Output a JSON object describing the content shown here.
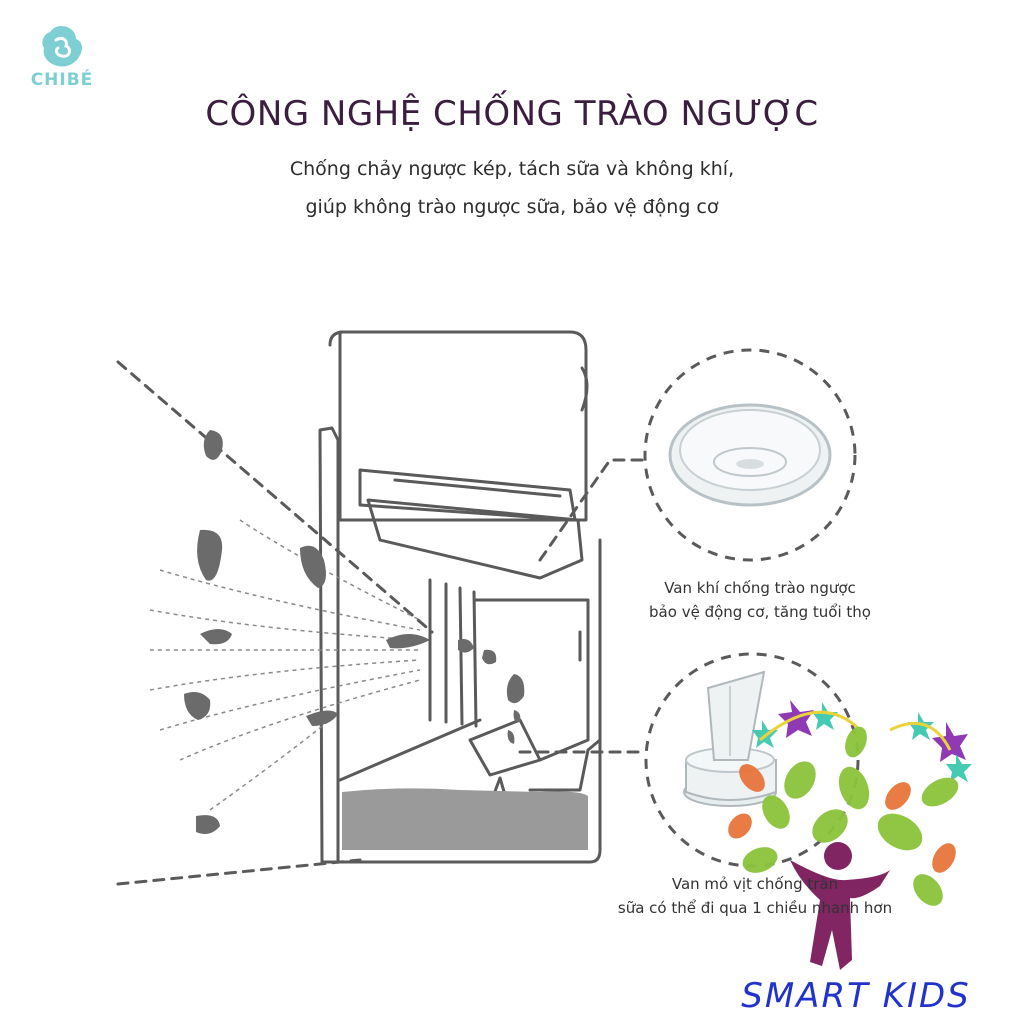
{
  "logo": {
    "text": "CHIBÉ",
    "icon": "chibe-logo-icon",
    "color": "#7ecfd3"
  },
  "header": {
    "title": "CÔNG NGHỆ CHỐNG TRÀO NGƯỢC",
    "subtitle_line1": "Chống chảy ngược kép, tách sữa và không khí,",
    "subtitle_line2": "giúp không trào ngược sữa, bảo vệ động cơ"
  },
  "callouts": [
    {
      "line1": "Van khí chống trào ngược",
      "line2": "bảo vệ động cơ, tăng tuổi thọ"
    },
    {
      "line1": "Van mỏ vịt chống tràn",
      "line2": "sữa có thể đi qua 1 chiều nhanh hơn"
    }
  ],
  "watermark": {
    "text": "SMART KIDS",
    "color": "#2233cc"
  },
  "colors": {
    "title": "#3b1d3f",
    "drawing": "#5a5a5a",
    "droplet": "#6b6b6b"
  }
}
